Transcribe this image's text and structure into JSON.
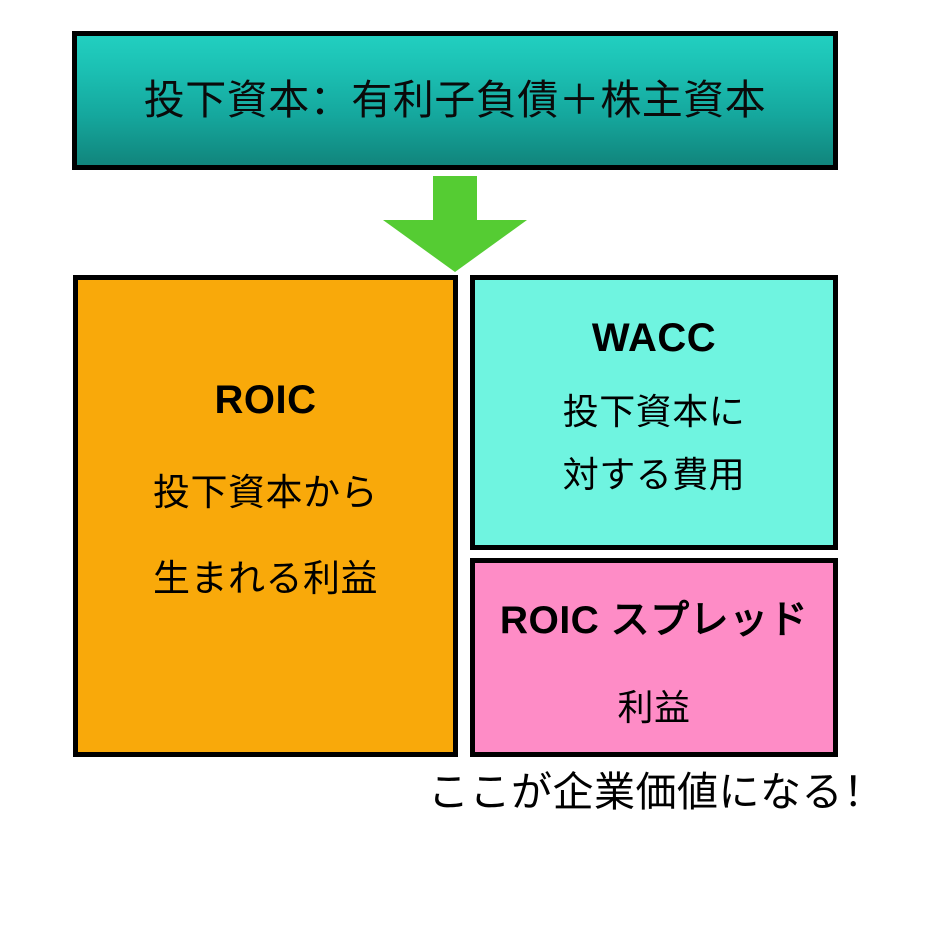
{
  "diagram": {
    "title_concept": "ROIC / WACC / ROIC spread value diagram",
    "capital_box": {
      "label": "投下資本：有利子負債＋株主資本"
    },
    "arrow": {
      "icon": "down-arrow-icon",
      "color": "#55cc33",
      "direction": "down"
    },
    "roic_box": {
      "heading": "ROIC",
      "line1": "投下資本から",
      "line2": "生まれる利益",
      "color": "#f9a90a"
    },
    "wacc_box": {
      "heading": "WACC",
      "line1": "投下資本に",
      "line2": "対する費用",
      "color": "#6ff4e0"
    },
    "spread_box": {
      "heading": "ROIC スプレッド",
      "line1": "利益",
      "color": "#fe8cc6"
    },
    "caption": {
      "text": "ここが企業価値になる！"
    },
    "colors": {
      "capital_gradient_top": "#22cfc0",
      "capital_gradient_bottom": "#11857c",
      "arrow_green": "#55cc33",
      "roic_orange": "#f9a90a",
      "wacc_aqua": "#6ff4e0",
      "spread_pink": "#fe8cc6",
      "outline_black": "#000000",
      "background_white": "#ffffff"
    }
  }
}
